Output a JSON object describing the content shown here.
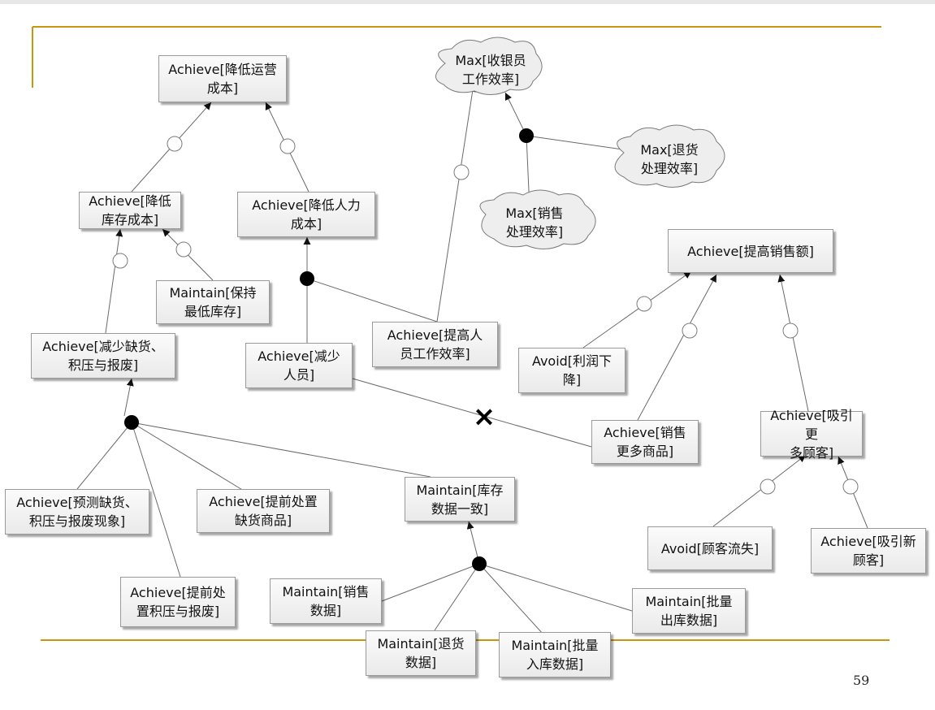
{
  "diagram": {
    "nodes": {
      "reduce_operating_cost": "Achieve[降低运营\n成本]",
      "max_cashier_efficiency": "Max[收银员\n工作效率]",
      "max_return_efficiency": "Max[退货\n处理效率]",
      "max_sales_efficiency": "Max[销售\n处理效率]",
      "reduce_inventory_cost": "Achieve[降低\n库存成本]",
      "reduce_labor_cost": "Achieve[降低人力\n成本]",
      "maintain_min_inventory": "Maintain[保持\n最低库存]",
      "increase_sales": "Achieve[提高销售额]",
      "reduce_shortage_waste": "Achieve[减少缺货、\n积压与报废]",
      "reduce_staff": "Achieve[减少\n人员]",
      "improve_staff_efficiency": "Achieve[提高人\n员工作效率]",
      "avoid_profit_drop": "Avoid[利润下\n降]",
      "sell_more_goods": "Achieve[销售\n更多商品]",
      "attract_more_customers": "Achieve[吸引更\n多顾客]",
      "predict_shortage": "Achieve[预测缺货、\n积压与报废现象]",
      "preprocess_shortage": "Achieve[提前处置\n缺货商品]",
      "consistent_inventory": "Maintain[库存\n数据一致]",
      "avoid_customer_loss": "Avoid[顾客流失]",
      "attract_new_customers": "Achieve[吸引新\n顾客]",
      "preprocess_waste": "Achieve[提前处\n置积压与报废]",
      "maintain_sales_data": "Maintain[销售\n数据]",
      "maintain_batch_outbound": "Maintain[批量\n出库数据]",
      "maintain_return_data": "Maintain[退货\n数据]",
      "maintain_batch_inbound": "Maintain[批量\n入库数据]"
    },
    "conflict_mark": "×"
  },
  "slide_number": "59",
  "colors": {
    "accent": "#c8960c",
    "border": "#9a9a9a",
    "line": "#6a6a6a"
  }
}
